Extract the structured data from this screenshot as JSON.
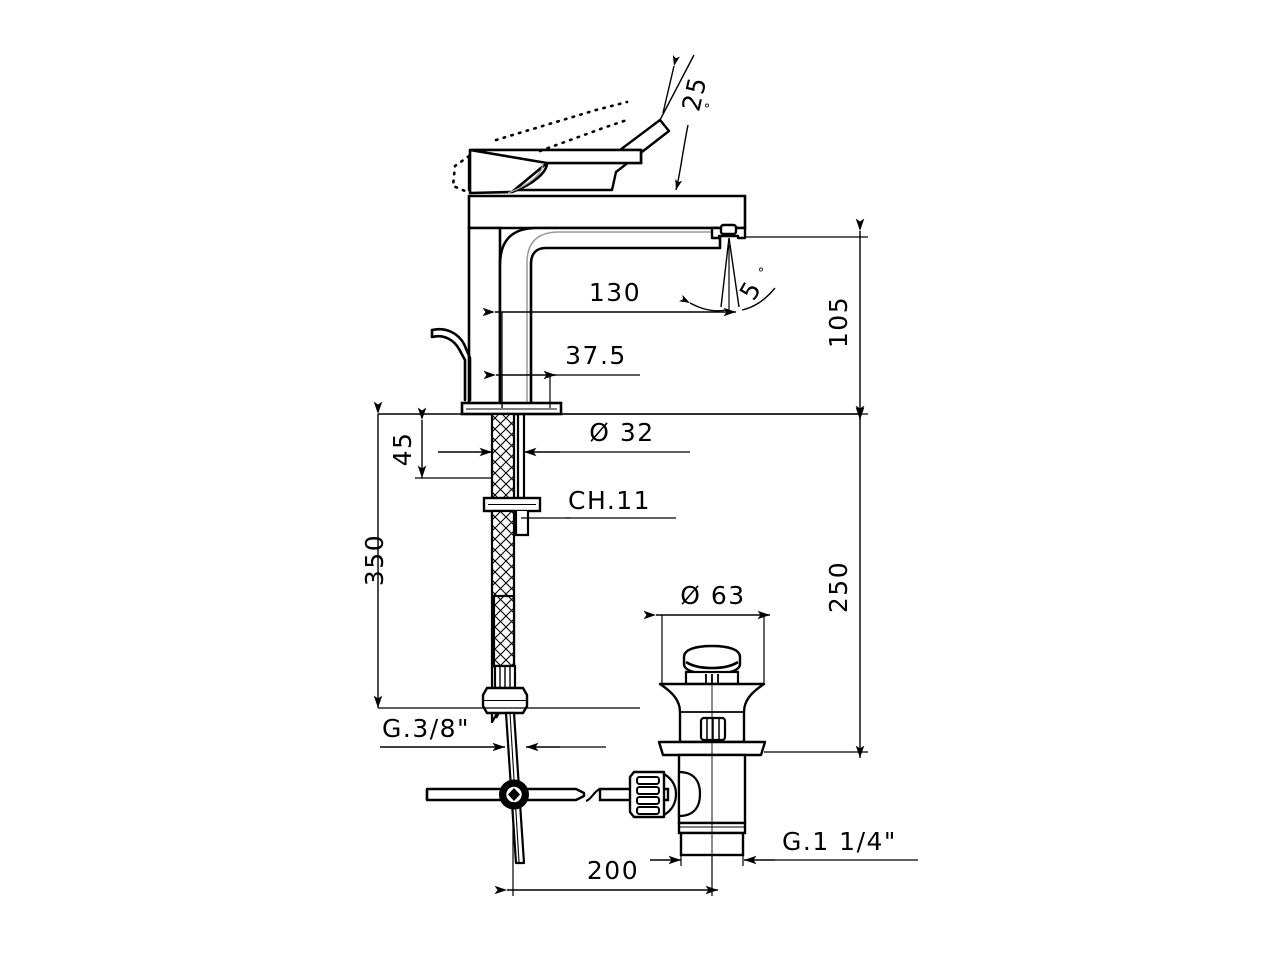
{
  "drawing": {
    "type": "technical-dimension-drawing",
    "subject": "single-lever basin mixer faucet with pop-up waste drain",
    "units": "mm",
    "background_color": "#ffffff",
    "line_color": "#000000"
  },
  "dimensions": {
    "angle_handle_lift": "25",
    "angle_handle_lift_unit": "°",
    "angle_spout_swivel": "5",
    "angle_spout_swivel_unit": "°",
    "spout_reach": "130",
    "spout_offset": "37.5",
    "spout_height": "105",
    "shank_diameter": "Ø 32",
    "mount_thickness_max": "45",
    "wrench_size": "CH.11",
    "hose_length": "350",
    "drain_height": "250",
    "drain_flange_diameter": "Ø 63",
    "supply_thread": "G.3/8\"",
    "drain_thread": "G.1  1/4\"",
    "linkage_offset": "200"
  },
  "labels": [
    {
      "id": "angle-25",
      "text": "25",
      "value": "25°"
    },
    {
      "id": "angle-5",
      "text": "5",
      "value": "5°"
    },
    {
      "id": "spout-reach",
      "text": "130",
      "value": "130 mm"
    },
    {
      "id": "spout-offset",
      "text": "37.5",
      "value": "37.5 mm"
    },
    {
      "id": "spout-height",
      "text": "105",
      "value": "105 mm"
    },
    {
      "id": "shank-dia",
      "text": "Ø 32",
      "value": "32 mm diameter"
    },
    {
      "id": "mount-thickness",
      "text": "45",
      "value": "45 mm"
    },
    {
      "id": "wrench",
      "text": "CH.11",
      "value": "11 mm hex"
    },
    {
      "id": "hose-length",
      "text": "350",
      "value": "350 mm"
    },
    {
      "id": "drain-height",
      "text": "250",
      "value": "250 mm"
    },
    {
      "id": "flange-dia",
      "text": "Ø 63",
      "value": "63 mm diameter"
    },
    {
      "id": "supply-thread",
      "text": "G.3/8\"",
      "value": "G 3/8 inch"
    },
    {
      "id": "drain-thread",
      "text": "G.1  1/4\"",
      "value": "G 1 1/4 inch"
    },
    {
      "id": "linkage-offset",
      "text": "200",
      "value": "200 mm"
    }
  ]
}
